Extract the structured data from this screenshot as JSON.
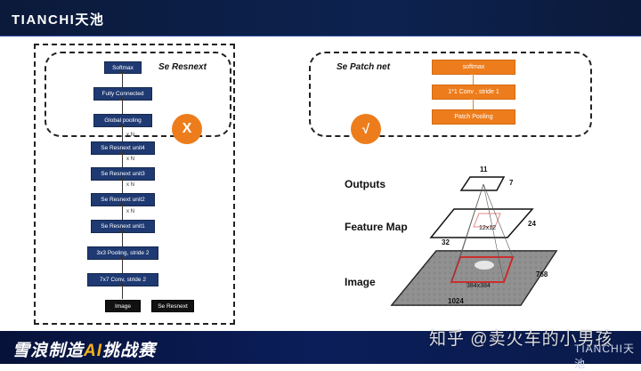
{
  "header": {
    "brand": "TIANCHI天池"
  },
  "footer": {
    "event_title_pre": "雪浪制造",
    "event_title_ai": "AI",
    "event_title_post": "挑战赛",
    "brand": "TIANCHI天池",
    "watermark": "知乎 @卖火车的小男孩"
  },
  "left_panel": {
    "title": "Se Resnext",
    "blocks": {
      "softmax": "Softmax",
      "fc": "Fully Connected",
      "global_pooling": "Global pooling",
      "unit4": "Se Resnext unit4",
      "unit3": "Se Resnext unit3",
      "unit2": "Se Resnext unit2",
      "unit1": "Se Resnext unit1",
      "pooling": "3x3 Pooling, stride 2",
      "conv": "7x7 Conv, stride 2",
      "image": "Image",
      "se_resnext": "Se Resnext"
    },
    "repeat_label": "x N",
    "verdict": "X"
  },
  "right_panel": {
    "title": "Se Patch net",
    "blocks": {
      "softmax": "softmax",
      "conv": "1*1 Conv , stride 1",
      "patch_pooling": "Patch Pooling"
    },
    "verdict": "√"
  },
  "feature_diagram": {
    "outputs_label": "Outputs",
    "feature_map_label": "Feature Map",
    "image_label": "Image",
    "output_w": "11",
    "output_h": "7",
    "fmap_h": "24",
    "fmap_w": "32",
    "fmap_patch": "12x12",
    "image_h": "768",
    "image_w": "1024",
    "image_patch": "384x384"
  }
}
